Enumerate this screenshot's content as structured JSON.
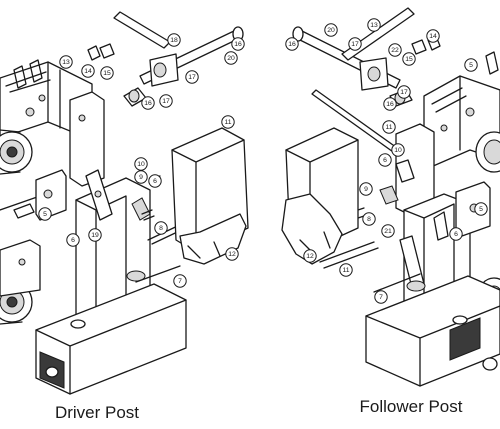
{
  "captions": {
    "driver": "Driver Post",
    "follower": "Follower Post"
  },
  "driver_callouts": [
    "20",
    "18",
    "16",
    "17",
    "13",
    "14",
    "15",
    "16",
    "17",
    "11",
    "10",
    "9",
    "8",
    "6",
    "5",
    "6",
    "19",
    "12",
    "7"
  ],
  "follower_callouts": [
    "20",
    "16",
    "17",
    "22",
    "14",
    "13",
    "15",
    "16",
    "17",
    "11",
    "10",
    "6",
    "9",
    "8",
    "21",
    "6",
    "12",
    "11",
    "7",
    "5",
    "5"
  ]
}
